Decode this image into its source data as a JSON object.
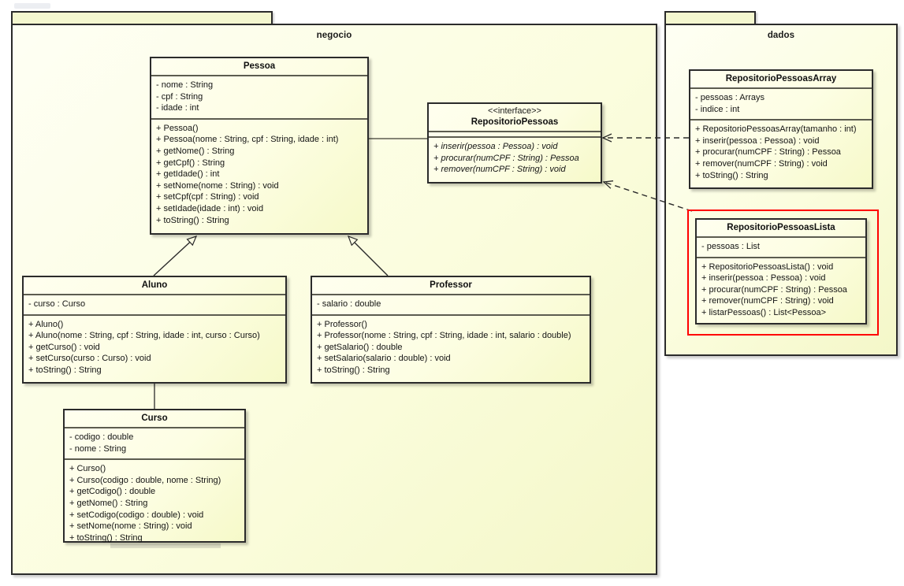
{
  "diagram": {
    "type": "uml-class-diagram",
    "background": "#ffffff",
    "highlight_color": "#ff0000"
  },
  "packages": [
    {
      "name": "negocio"
    },
    {
      "name": "dados"
    }
  ],
  "classes": [
    {
      "id": "pessoa",
      "name": "Pessoa",
      "stereotype": "",
      "attributes": [
        "- nome : String",
        "- cpf : String",
        "- idade : int"
      ],
      "methods": [
        "+ Pessoa()",
        "+ Pessoa(nome : String, cpf : String, idade : int)",
        "+ getNome() : String",
        "+ getCpf() : String",
        "+ getIdade() : int",
        "+ setNome(nome : String) : void",
        "+ setCpf(cpf : String) : void",
        "+ setIdade(idade : int) : void",
        "+ toString() : String"
      ]
    },
    {
      "id": "repositorio-pessoas",
      "name": "RepositorioPessoas",
      "stereotype": "<<interface>>",
      "attributes": [],
      "methods": [
        "+ inserir(pessoa : Pessoa) : void",
        "+ procurar(numCPF : String) : Pessoa",
        "+ remover(numCPF : String) : void"
      ]
    },
    {
      "id": "aluno",
      "name": "Aluno",
      "stereotype": "",
      "attributes": [
        "- curso : Curso"
      ],
      "methods": [
        "+ Aluno()",
        "+ Aluno(nome : String, cpf : String, idade : int, curso : Curso)",
        "+ getCurso() : void",
        "+ setCurso(curso : Curso) : void",
        "+ toString() : String"
      ]
    },
    {
      "id": "professor",
      "name": "Professor",
      "stereotype": "",
      "attributes": [
        "- salario : double"
      ],
      "methods": [
        "+ Professor()",
        "+ Professor(nome : String, cpf : String, idade : int, salario : double)",
        "+ getSalario() : double",
        "+ setSalario(salario : double) : void",
        "+ toString() : String"
      ]
    },
    {
      "id": "curso",
      "name": "Curso",
      "stereotype": "",
      "attributes": [
        "- codigo : double",
        "- nome : String"
      ],
      "methods": [
        "+ Curso()",
        "+ Curso(codigo : double, nome : String)",
        "+ getCodigo() : double",
        "+ getNome() : String",
        "+ setCodigo(codigo : double) : void",
        "+ setNome(nome : String) : void",
        "+ toString() : String"
      ]
    },
    {
      "id": "repositorio-pessoas-array",
      "name": "RepositorioPessoasArray",
      "stereotype": "",
      "attributes": [
        "- pessoas : Arrays",
        "- indice : int"
      ],
      "methods": [
        "+ RepositorioPessoasArray(tamanho : int)",
        "+ inserir(pessoa : Pessoa) : void",
        "+ procurar(numCPF : String) : Pessoa",
        "+ remover(numCPF : String) : void",
        "+ toString() : String"
      ]
    },
    {
      "id": "repositorio-pessoas-lista",
      "name": "RepositorioPessoasLista",
      "stereotype": "",
      "highlighted": true,
      "attributes": [
        "- pessoas : List"
      ],
      "methods": [
        "+ RepositorioPessoasLista() : void",
        "+ inserir(pessoa : Pessoa) : void",
        "+ procurar(numCPF : String) : Pessoa",
        "+ remover(numCPF : String) : void",
        "+ listarPessoas() : List<Pessoa>"
      ]
    }
  ],
  "relationships": [
    {
      "from": "aluno",
      "to": "pessoa",
      "kind": "generalization"
    },
    {
      "from": "professor",
      "to": "pessoa",
      "kind": "generalization"
    },
    {
      "from": "aluno",
      "to": "curso",
      "kind": "association"
    },
    {
      "from": "pessoa",
      "to": "repositorio-pessoas",
      "kind": "association"
    },
    {
      "from": "repositorio-pessoas-array",
      "to": "repositorio-pessoas",
      "kind": "realization"
    },
    {
      "from": "repositorio-pessoas-lista",
      "to": "repositorio-pessoas",
      "kind": "realization"
    }
  ]
}
